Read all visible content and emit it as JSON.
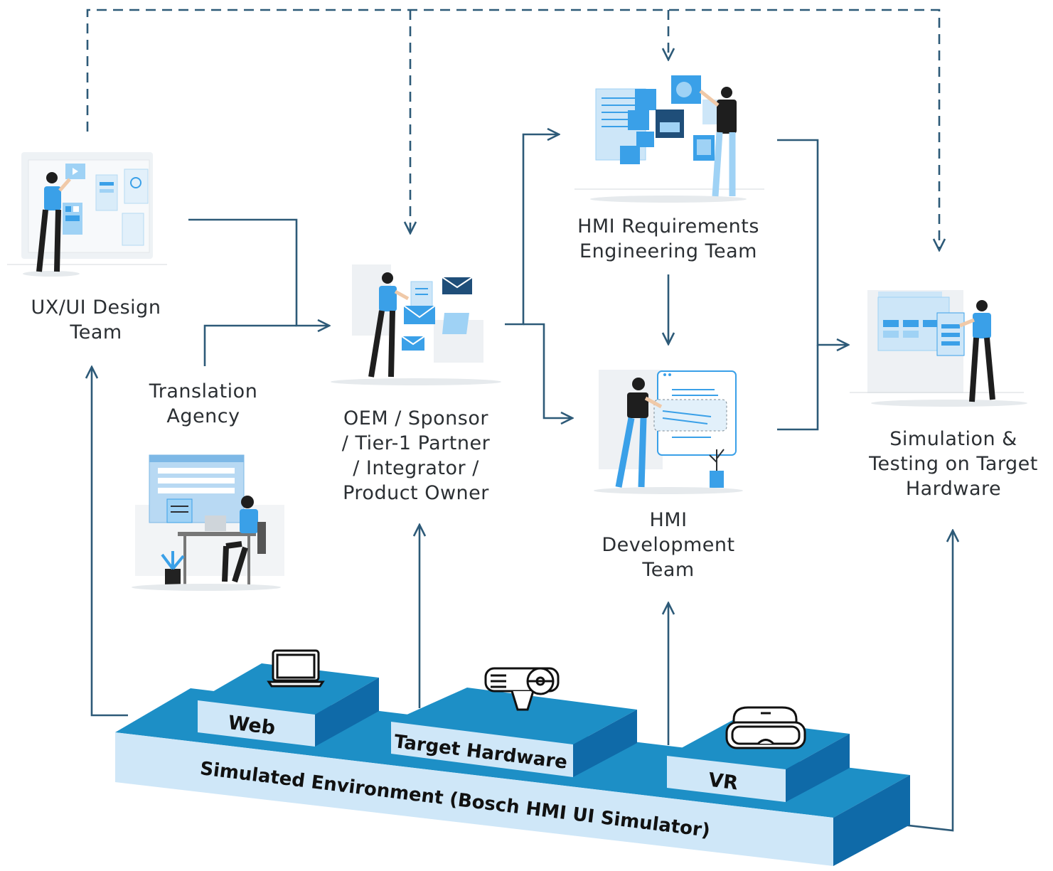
{
  "nodes": {
    "ux_ui_design_team": [
      "UX/UI Design",
      "Team"
    ],
    "translation_agency": [
      "Translation",
      "Agency"
    ],
    "oem_sponsor": [
      "OEM / Sponsor",
      "/ Tier-1 Partner",
      "/ Integrator /",
      "Product Owner"
    ],
    "hmi_requirements": [
      "HMI Requirements",
      "Engineering Team"
    ],
    "hmi_development": [
      "HMI",
      "Development",
      "Team"
    ],
    "simulation_testing": [
      "Simulation &",
      "Testing on Target",
      "Hardware"
    ]
  },
  "platforms": {
    "web": "Web",
    "target_hardware": "Target Hardware",
    "vr": "VR",
    "base": "Simulated Environment (Bosch HMI UI Simulator)"
  },
  "colors": {
    "line": "#2d5a78",
    "accent": "#3aa0e8",
    "platform_top": "#1d8fc6",
    "platform_side": "#0f6aa8",
    "platform_face": "#cfe7f8"
  },
  "icons": [
    "laptop-icon",
    "driving-simulator-icon",
    "vr-headset-icon"
  ]
}
